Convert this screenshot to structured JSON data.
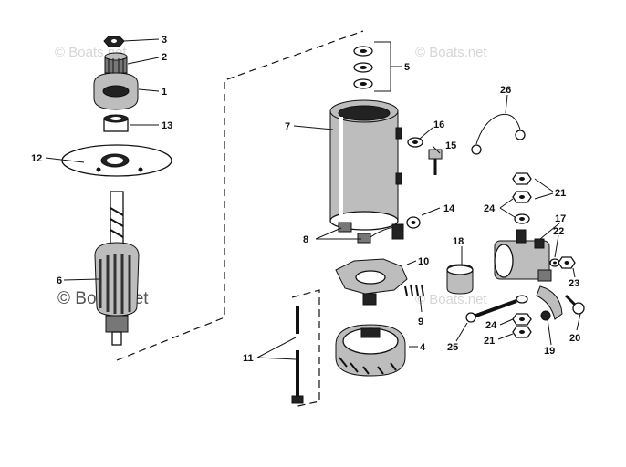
{
  "watermarks": [
    "© Boats.net",
    "© Boats.net",
    "© Boats.net",
    "© Boats.net"
  ],
  "callouts": [
    "1",
    "2",
    "3",
    "4",
    "5",
    "6",
    "7",
    "8",
    "9",
    "10",
    "11",
    "12",
    "13",
    "14",
    "15",
    "16",
    "17",
    "18",
    "19",
    "20",
    "21",
    "21",
    "22",
    "23",
    "24",
    "24",
    "25",
    "26"
  ]
}
